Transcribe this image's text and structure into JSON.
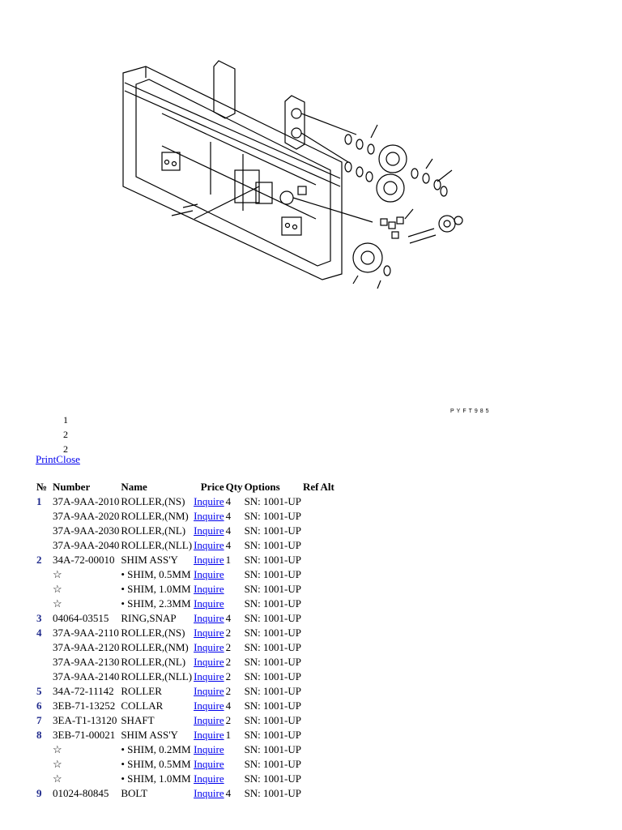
{
  "callouts": [
    "1",
    "2",
    "2"
  ],
  "drawing_code": "PYFT985",
  "links": {
    "print": "Print",
    "close": "Close"
  },
  "headers": {
    "no": "№",
    "number": "Number",
    "name": "Name",
    "price": "Price",
    "qty": "Qty",
    "options": "Options",
    "ref": "Ref",
    "alt": "Alt"
  },
  "rows": [
    {
      "no": "1",
      "number": "37A-9AA-2010",
      "name": "ROLLER,(NS)",
      "price": "Inquire",
      "qty": "4",
      "options": "SN: 1001-UP"
    },
    {
      "no": "",
      "number": "37A-9AA-2020",
      "name": "ROLLER,(NM)",
      "price": "Inquire",
      "qty": "4",
      "options": "SN: 1001-UP"
    },
    {
      "no": "",
      "number": "37A-9AA-2030",
      "name": "ROLLER,(NL)",
      "price": "Inquire",
      "qty": "4",
      "options": "SN: 1001-UP"
    },
    {
      "no": "",
      "number": "37A-9AA-2040",
      "name": "ROLLER,(NLL)",
      "price": "Inquire",
      "qty": "4",
      "options": "SN: 1001-UP"
    },
    {
      "no": "2",
      "number": "34A-72-00010",
      "name": "SHIM ASS'Y",
      "price": "Inquire",
      "qty": "1",
      "options": "SN: 1001-UP"
    },
    {
      "no": "",
      "number": "☆",
      "name": "• SHIM, 0.5MM",
      "price": "Inquire",
      "qty": "",
      "options": "SN: 1001-UP"
    },
    {
      "no": "",
      "number": "☆",
      "name": "• SHIM, 1.0MM",
      "price": "Inquire",
      "qty": "",
      "options": "SN: 1001-UP"
    },
    {
      "no": "",
      "number": "☆",
      "name": "• SHIM, 2.3MM",
      "price": "Inquire",
      "qty": "",
      "options": "SN: 1001-UP"
    },
    {
      "no": "3",
      "number": "04064-03515",
      "name": "RING,SNAP",
      "price": "Inquire",
      "qty": "4",
      "options": "SN: 1001-UP"
    },
    {
      "no": "4",
      "number": "37A-9AA-2110",
      "name": "ROLLER,(NS)",
      "price": "Inquire",
      "qty": "2",
      "options": "SN: 1001-UP"
    },
    {
      "no": "",
      "number": "37A-9AA-2120",
      "name": "ROLLER,(NM)",
      "price": "Inquire",
      "qty": "2",
      "options": "SN: 1001-UP"
    },
    {
      "no": "",
      "number": "37A-9AA-2130",
      "name": "ROLLER,(NL)",
      "price": "Inquire",
      "qty": "2",
      "options": "SN: 1001-UP"
    },
    {
      "no": "",
      "number": "37A-9AA-2140",
      "name": "ROLLER,(NLL)",
      "price": "Inquire",
      "qty": "2",
      "options": "SN: 1001-UP"
    },
    {
      "no": "5",
      "number": "34A-72-11142",
      "name": "ROLLER",
      "price": "Inquire",
      "qty": "2",
      "options": "SN: 1001-UP"
    },
    {
      "no": "6",
      "number": "3EB-71-13252",
      "name": "COLLAR",
      "price": "Inquire",
      "qty": "4",
      "options": "SN: 1001-UP"
    },
    {
      "no": "7",
      "number": "3EA-T1-13120",
      "name": "SHAFT",
      "price": "Inquire",
      "qty": "2",
      "options": "SN: 1001-UP"
    },
    {
      "no": "8",
      "number": "3EB-71-00021",
      "name": "SHIM ASS'Y",
      "price": "Inquire",
      "qty": "1",
      "options": "SN: 1001-UP"
    },
    {
      "no": "",
      "number": "☆",
      "name": "• SHIM, 0.2MM",
      "price": "Inquire",
      "qty": "",
      "options": "SN: 1001-UP"
    },
    {
      "no": "",
      "number": "☆",
      "name": "• SHIM, 0.5MM",
      "price": "Inquire",
      "qty": "",
      "options": "SN: 1001-UP"
    },
    {
      "no": "",
      "number": "☆",
      "name": "• SHIM, 1.0MM",
      "price": "Inquire",
      "qty": "",
      "options": "SN: 1001-UP"
    },
    {
      "no": "9",
      "number": "01024-80845",
      "name": "BOLT",
      "price": "Inquire",
      "qty": "4",
      "options": "SN: 1001-UP"
    }
  ]
}
